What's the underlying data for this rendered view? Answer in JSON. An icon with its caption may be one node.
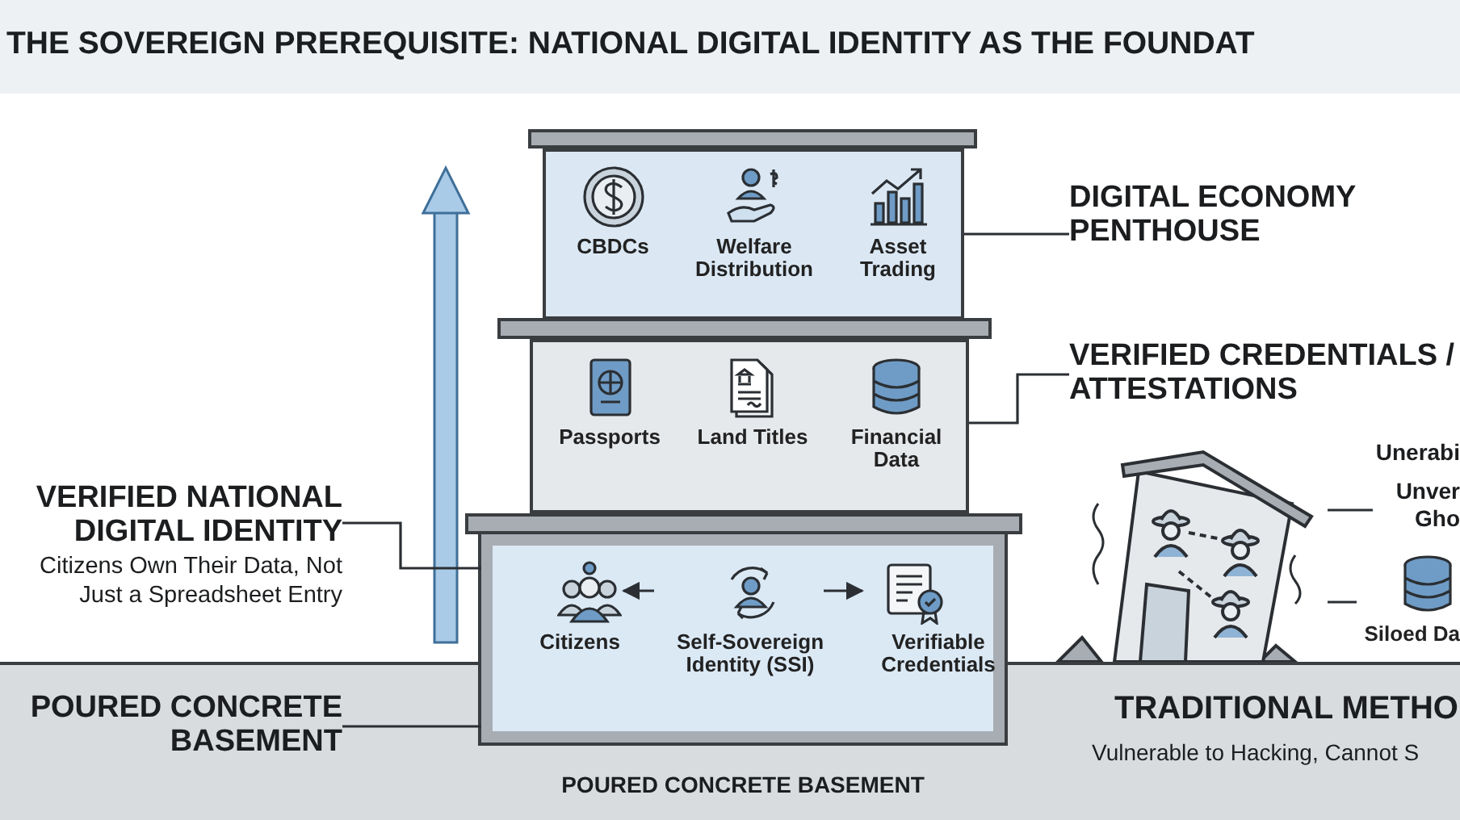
{
  "diagram": {
    "title": "THE SOVEREIGN PREREQUISITE: NATIONAL DIGITAL IDENTITY AS THE FOUNDAT",
    "nodes": [
      {
        "text": [
          "DIGITAL ECONOMY PENTHOUSE"
        ]
      },
      {
        "text": [],
        "shape": "box"
      },
      {
        "text": [
          "CBDCs"
        ],
        "in": 1
      },
      {
        "text": [
          "Welfare Distribution"
        ],
        "in": 1
      },
      {
        "text": [
          "Asset Trading"
        ],
        "in": 1
      },
      {
        "text": [
          "VERIFIED CREDENTIALS / ATTESTATIONS"
        ]
      },
      {
        "text": [],
        "shape": "box"
      },
      {
        "text": [
          "Passports"
        ],
        "in": 6
      },
      {
        "text": [
          "Land Titles"
        ],
        "in": 6
      },
      {
        "text": [
          "Financial Data"
        ],
        "in": 6
      },
      {
        "text": [
          "VERIFIED NATIONAL DIGITAL IDENTITY",
          "Citizens Own Their Data, Not Just a Spreadsheet Entry"
        ]
      },
      {
        "text": [],
        "shape": "box"
      },
      {
        "text": [
          "Citizens"
        ],
        "in": 11
      },
      {
        "text": [
          "Self-Sovereign Identity (SSI)"
        ],
        "in": 11
      },
      {
        "text": [
          "Verifiable Credentials"
        ],
        "in": 11
      },
      {
        "text": [
          "POURED CONCRETE BASEMENT"
        ]
      },
      {
        "text": [],
        "shape": "picture"
      },
      {
        "text": [
          "Unver Gho"
        ]
      },
      {
        "text": [
          "Siloed Da"
        ]
      }
    ],
    "edges": [
      {
        "from": 0,
        "to": 1,
        "arrow": "none"
      },
      {
        "from": 5,
        "to": 6,
        "arrow": "none"
      },
      {
        "from": 10,
        "to": 11,
        "arrow": "none"
      },
      {
        "from": 15,
        "to": 11,
        "arrow": "none"
      },
      {
        "from": 13,
        "to": 12,
        "arrow": "to"
      },
      {
        "from": 13,
        "to": 14,
        "arrow": "to"
      },
      {
        "from": 16,
        "to": 17,
        "arrow": "none"
      },
      {
        "from": 16,
        "to": 18,
        "arrow": "none"
      }
    ],
    "labels": [
      "Unerabi",
      "TRADITIONAL METHO",
      "Vulnerable to Hacking, Cannot S",
      "POURED CONCRETE BASEMENT"
    ]
  }
}
